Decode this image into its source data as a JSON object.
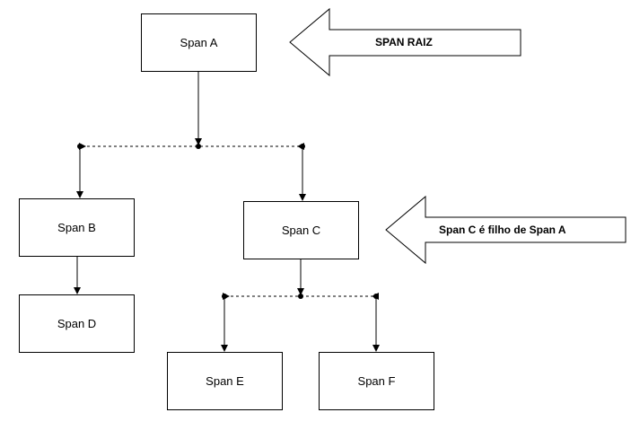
{
  "nodes": {
    "a": "Span A",
    "b": "Span B",
    "c": "Span C",
    "d": "Span D",
    "e": "Span E",
    "f": "Span F"
  },
  "callouts": {
    "root": "SPAN RAIZ",
    "child": "Span C é filho de Span A"
  },
  "edges": [
    [
      "Span A",
      "Span B"
    ],
    [
      "Span A",
      "Span C"
    ],
    [
      "Span B",
      "Span D"
    ],
    [
      "Span C",
      "Span E"
    ],
    [
      "Span C",
      "Span F"
    ]
  ]
}
